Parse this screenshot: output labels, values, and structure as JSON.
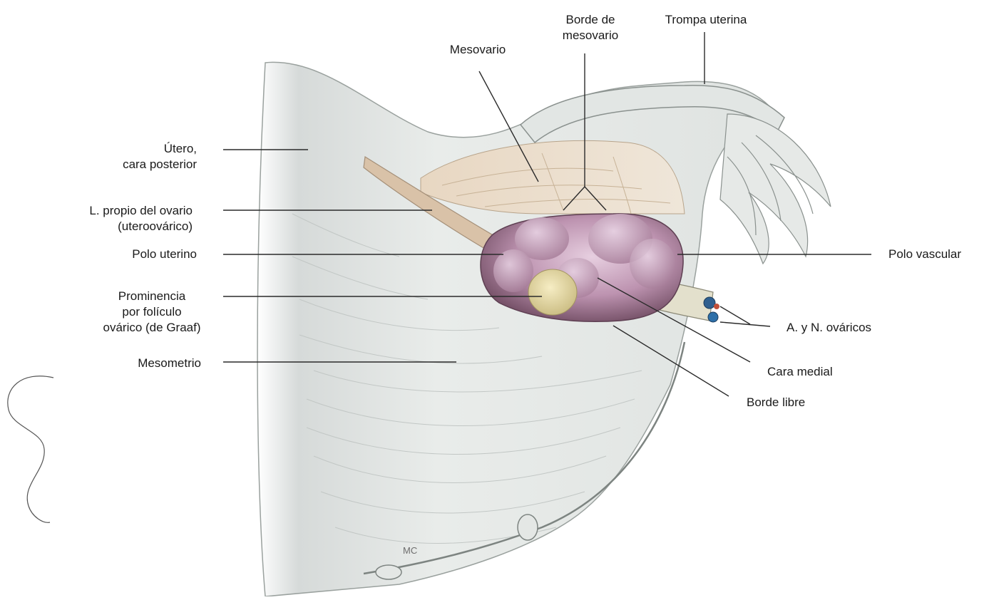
{
  "labels": {
    "utero": [
      "Útero,",
      "cara posterior"
    ],
    "ligamento": [
      "L. propio del ovario",
      "(uteroovárico)"
    ],
    "polo_uterino": "Polo uterino",
    "prominencia": [
      "Prominencia",
      "por folículo",
      "ovárico (de Graaf)"
    ],
    "mesometrio": "Mesometrio",
    "mesovario": "Mesovario",
    "borde_mesovario": [
      "Borde de",
      "mesovario"
    ],
    "trompa": "Trompa uterina",
    "polo_vascular": "Polo vascular",
    "vasos": "A. y N. ováricos",
    "cara_medial": "Cara medial",
    "borde_libre": "Borde libre"
  },
  "signature": "MC"
}
